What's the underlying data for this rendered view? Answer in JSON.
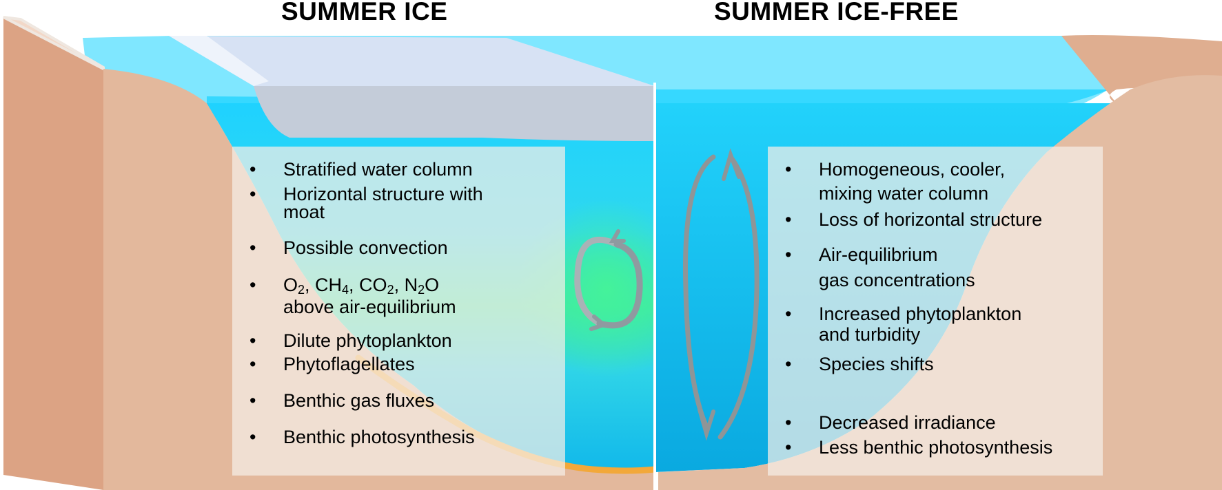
{
  "titles": {
    "left": "SUMMER ICE",
    "right": "SUMMER ICE-FREE"
  },
  "left_panel": {
    "items": [
      [
        "Stratified water column"
      ],
      [
        "Horizontal structure with",
        "moat"
      ],
      [
        "Possible convection"
      ],
      [
        "O",
        "2",
        ", CH",
        "4",
        ", CO",
        "2",
        ", N",
        "2",
        "O",
        "above air-equilibrium"
      ],
      [
        "Dilute phytoplankton"
      ],
      [
        "Phytoflagellates"
      ],
      [
        "Benthic gas fluxes"
      ],
      [
        "Benthic photosynthesis"
      ]
    ]
  },
  "right_panel": {
    "items": [
      [
        "Homogeneous, cooler,",
        "mixing water column"
      ],
      [
        "Loss of horizontal structure"
      ],
      [
        "Air-equilibrium",
        "gas concentrations"
      ],
      [
        "Increased phytoplankton",
        "and turbidity"
      ],
      [
        "Species shifts"
      ],
      [
        "Decreased irradiance"
      ],
      [
        "Less benthic photosynthesis"
      ]
    ]
  },
  "colors": {
    "sediment": "#dfa98a",
    "sediment_shadow": "#c98f72",
    "water_surface": "#7fe6ff",
    "water_deep": "#1ec8f5",
    "ice_top": "#d8e3f4",
    "ice_side": "#c3ccd9",
    "convection_green": "#3ff0a0",
    "benthic_orange": "#f2a83a",
    "arrow_gray": "#9a9a9a",
    "panel_fill": "#f4ede6"
  }
}
